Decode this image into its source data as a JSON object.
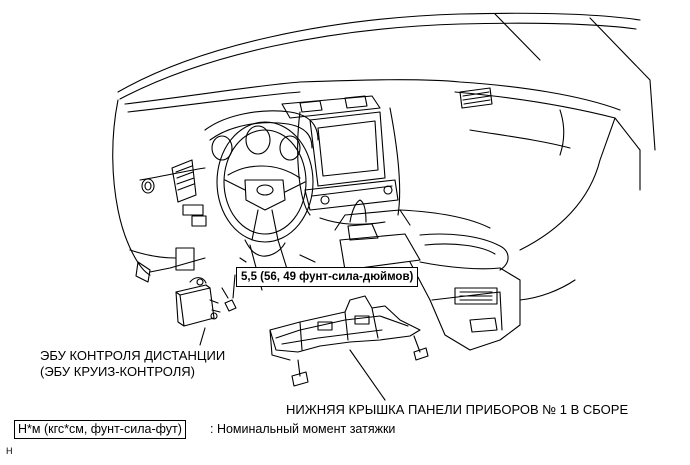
{
  "torque_spec": "5,5 (56, 49 фунт-сила-дюймов)",
  "ecu_label": {
    "line1": "ЭБУ КОНТРОЛЯ ДИСТАНЦИИ",
    "line2": "(ЭБУ КРУИЗ-КОНТРОЛЯ)"
  },
  "cover_label": "НИЖНЯЯ КРЫШКА ПАНЕЛИ ПРИБОРОВ № 1 В СБОРЕ",
  "legend": {
    "unit": "Н*м (кгс*см, фунт-сила-фут)",
    "description": ": Номинальный момент затяжки"
  },
  "corner_code": "H"
}
